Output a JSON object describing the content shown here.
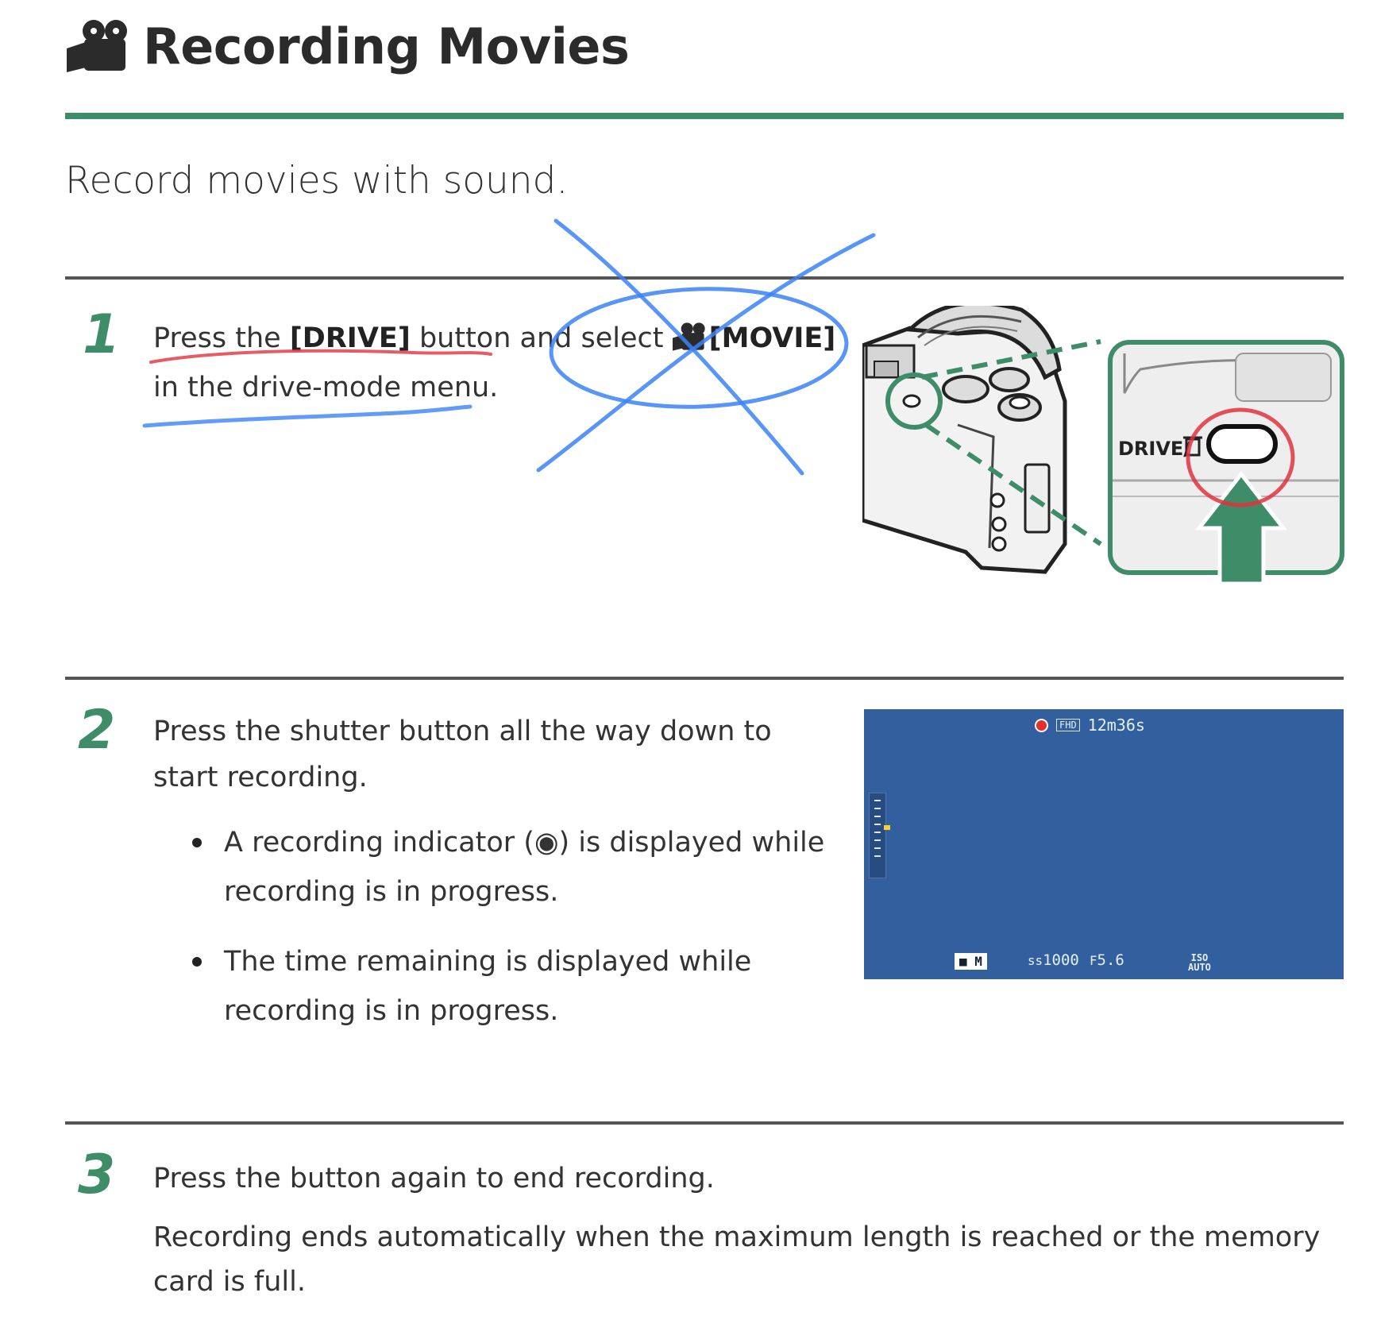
{
  "title": {
    "text": "Recording Movies",
    "icon": "movie-camera-icon"
  },
  "intro": "Record movies with sound.",
  "colors": {
    "accent": "#3f8c69",
    "annotation_red": "#e0333d",
    "annotation_blue": "#3b82f6",
    "lcd_background": "#325f9d"
  },
  "steps": [
    {
      "number": "1",
      "text_before": "Press the ",
      "text_bold1": "[DRIVE]",
      "text_middle": " button and select ",
      "movie_icon": "movie-camera-icon",
      "text_bold2": "[MOVIE]",
      "text_after": "in the drive-mode menu.",
      "illustration": {
        "drive_label": "DRIVE/",
        "trash_icon": "trash-icon"
      }
    },
    {
      "number": "2",
      "text": "Press the shutter button all the way down to start recording.",
      "bullets": [
        "A recording indicator (◉) is displayed while recording is in progress.",
        "The time remaining is displayed while recording is in progress."
      ],
      "lcd": {
        "fhd": "FHD",
        "time_remaining": "12m36s",
        "mode": "M",
        "shutter": "1000",
        "shutter_label": "ss",
        "aperture": "5.6",
        "aperture_label": "F",
        "iso_top": "ISO",
        "iso_bottom": "AUTO"
      }
    },
    {
      "number": "3",
      "text": "Press the button again to end recording.",
      "note": "Recording ends automatically when the maximum length is reached or the memory card is full."
    }
  ]
}
